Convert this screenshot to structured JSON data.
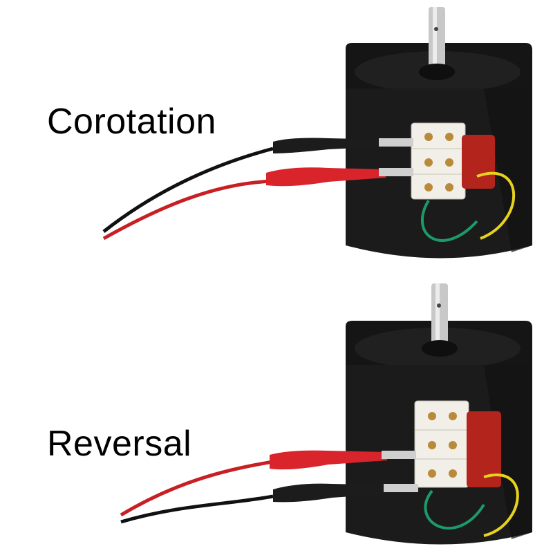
{
  "labels": {
    "top": "Corotation",
    "bottom": "Reversal"
  },
  "colors": {
    "background": "#ffffff",
    "motor_body": "#1a1a1a",
    "terminal_block": "#f2f0ea",
    "capacitor": "#b3241c",
    "clip_red": "#d8242a",
    "clip_black": "#1c1c1c",
    "wire_yellow": "#e8d21d",
    "wire_green": "#1c9a6a"
  },
  "icons": {
    "top_photo": "ac-gear-motor-photo",
    "bottom_photo": "ac-gear-motor-photo"
  }
}
